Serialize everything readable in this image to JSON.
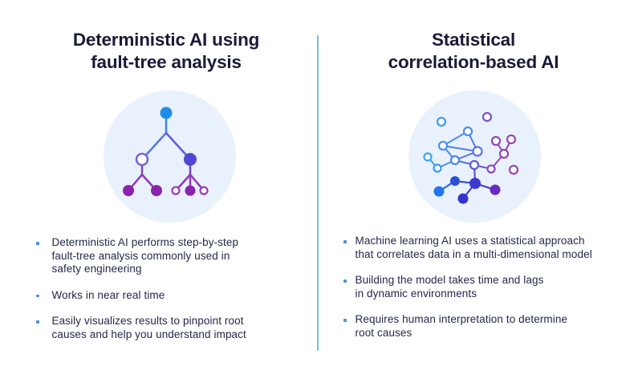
{
  "comparison": {
    "left": {
      "title_lines": [
        "Deterministic AI using",
        "fault-tree analysis"
      ],
      "illustration": "fault-tree",
      "bullets": [
        {
          "lines": [
            "Deterministic AI performs step-by-step",
            "fault-tree analysis commonly used in",
            "safety engineering"
          ]
        },
        {
          "lines": [
            "Works in near real time"
          ]
        },
        {
          "lines": [
            "Easily visualizes results to pinpoint root",
            "causes and help you understand impact"
          ]
        }
      ]
    },
    "right": {
      "title_lines": [
        "Statistical",
        "correlation-based AI"
      ],
      "illustration": "correlation-network",
      "bullets": [
        {
          "lines": [
            "Machine learning AI uses a statistical approach",
            "that correlates data in a multi-dimensional model"
          ]
        },
        {
          "lines": [
            "Building the model takes time and lags",
            "in dynamic environments"
          ]
        },
        {
          "lines": [
            "Requires human interpretation to determine",
            "root causes"
          ]
        }
      ]
    }
  },
  "colors": {
    "title_text": "#1a1a38",
    "body_text": "#23284a",
    "bullet_marker": "#4a90e2",
    "divider": "#7ab6ea",
    "illustration_circle_bg": "#e8f1fc",
    "tree_root_blue": "#1e8ceb",
    "tree_indigo": "#5247d2",
    "tree_purple": "#8a24aa",
    "network_bright_blue": "#1f76ee",
    "network_indigo": "#3c38d0",
    "network_violet": "#6929c4"
  }
}
